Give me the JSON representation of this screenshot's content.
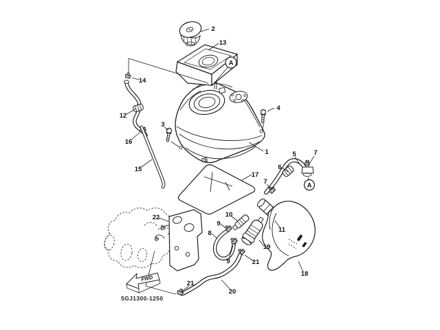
{
  "colors": {
    "background": "#ffffff",
    "line": "#1c1c1c"
  },
  "diagram": {
    "part_code": "5GJ1300-1250",
    "fwd_label": "FWD",
    "callouts": [
      {
        "label": "2"
      },
      {
        "label": "13"
      },
      {
        "label": "A"
      },
      {
        "label": "14"
      },
      {
        "label": "4"
      },
      {
        "label": "12"
      },
      {
        "label": "3"
      },
      {
        "label": "16"
      },
      {
        "label": "1"
      },
      {
        "label": "5"
      },
      {
        "label": "7"
      },
      {
        "label": "15"
      },
      {
        "label": "6"
      },
      {
        "label": "17"
      },
      {
        "label": "7"
      },
      {
        "label": "A"
      },
      {
        "label": "10"
      },
      {
        "label": "22"
      },
      {
        "label": "9"
      },
      {
        "label": "11"
      },
      {
        "label": "8"
      },
      {
        "label": "19"
      },
      {
        "label": "9"
      },
      {
        "label": "21"
      },
      {
        "label": "18"
      },
      {
        "label": "21"
      },
      {
        "label": "20"
      }
    ]
  }
}
